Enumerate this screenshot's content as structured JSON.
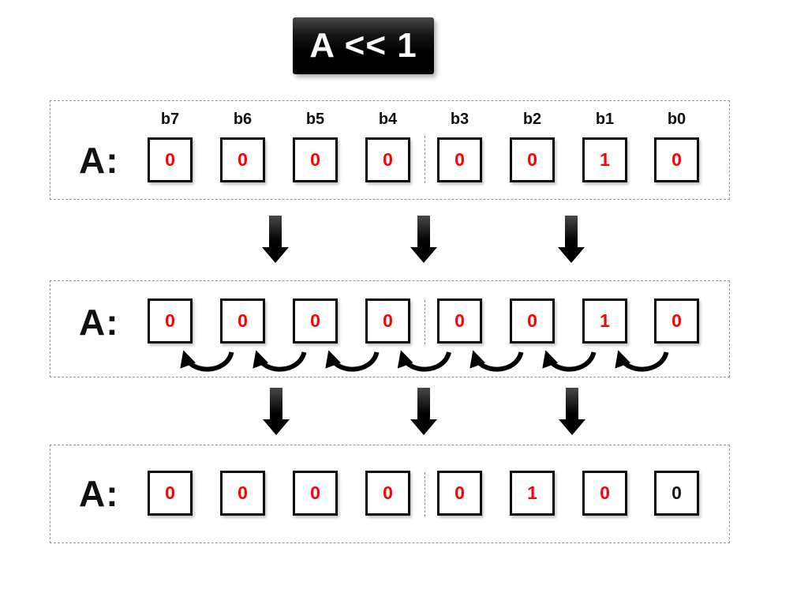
{
  "title": {
    "text": "A << 1"
  },
  "register": {
    "label": "A:"
  },
  "bit_labels": [
    "b7",
    "b6",
    "b5",
    "b4",
    "b3",
    "b2",
    "b1",
    "b0"
  ],
  "rows": [
    {
      "id": "initial",
      "label": "A:",
      "show_bit_labels": true,
      "bits": [
        "0",
        "0",
        "0",
        "0",
        "0",
        "0",
        "1",
        "0"
      ],
      "colors": [
        "red",
        "red",
        "red",
        "red",
        "red",
        "red",
        "red",
        "red"
      ]
    },
    {
      "id": "shifting",
      "label": "A:",
      "show_bit_labels": false,
      "bits": [
        "0",
        "0",
        "0",
        "0",
        "0",
        "0",
        "1",
        "0"
      ],
      "colors": [
        "red",
        "red",
        "red",
        "red",
        "red",
        "red",
        "red",
        "red"
      ]
    },
    {
      "id": "result",
      "label": "A:",
      "show_bit_labels": false,
      "bits": [
        "0",
        "0",
        "0",
        "0",
        "0",
        "1",
        "0",
        "0"
      ],
      "colors": [
        "red",
        "red",
        "red",
        "red",
        "red",
        "red",
        "red",
        "black"
      ]
    }
  ],
  "colors": {
    "bit_red": "#fe0000",
    "bit_black": "#161616",
    "box_border": "#0b0b0b",
    "frame_border": "#949494",
    "arrow": "#000000",
    "title_bg": "#000000",
    "title_fg": "#ffffff"
  },
  "icons": {
    "down_arrow": "⬇",
    "shift_left_arrow": "↶"
  }
}
